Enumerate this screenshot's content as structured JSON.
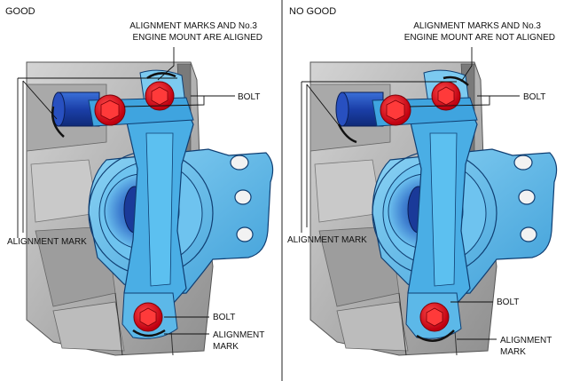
{
  "panels": {
    "good": {
      "header": "GOOD",
      "callout_line1": "ALIGNMENT MARKS AND No.3",
      "callout_line2": "ENGINE MOUNT ARE ALIGNED",
      "bolt_top": "BOLT",
      "bolt_bottom": "BOLT",
      "alignment_mark_left": "ALIGNMENT MARK",
      "alignment_mark_bottom_line1": "ALIGNMENT",
      "alignment_mark_bottom_line2": "MARK"
    },
    "nogood": {
      "header": "NO GOOD",
      "callout_line1": "ALIGNMENT MARKS AND No.3",
      "callout_line2": "ENGINE MOUNT ARE NOT ALIGNED",
      "bolt_top": "BOLT",
      "bolt_bottom": "BOLT",
      "alignment_mark_left": "ALIGNMENT MARK",
      "alignment_mark_bottom_line1": "ALIGNMENT",
      "alignment_mark_bottom_line2": "MARK"
    }
  },
  "colors": {
    "mount_blue": "#5bb8e6",
    "mount_dark": "#2f86c4",
    "bolt_red": "#e0141e",
    "engine_gray": "#b8b8b8"
  }
}
